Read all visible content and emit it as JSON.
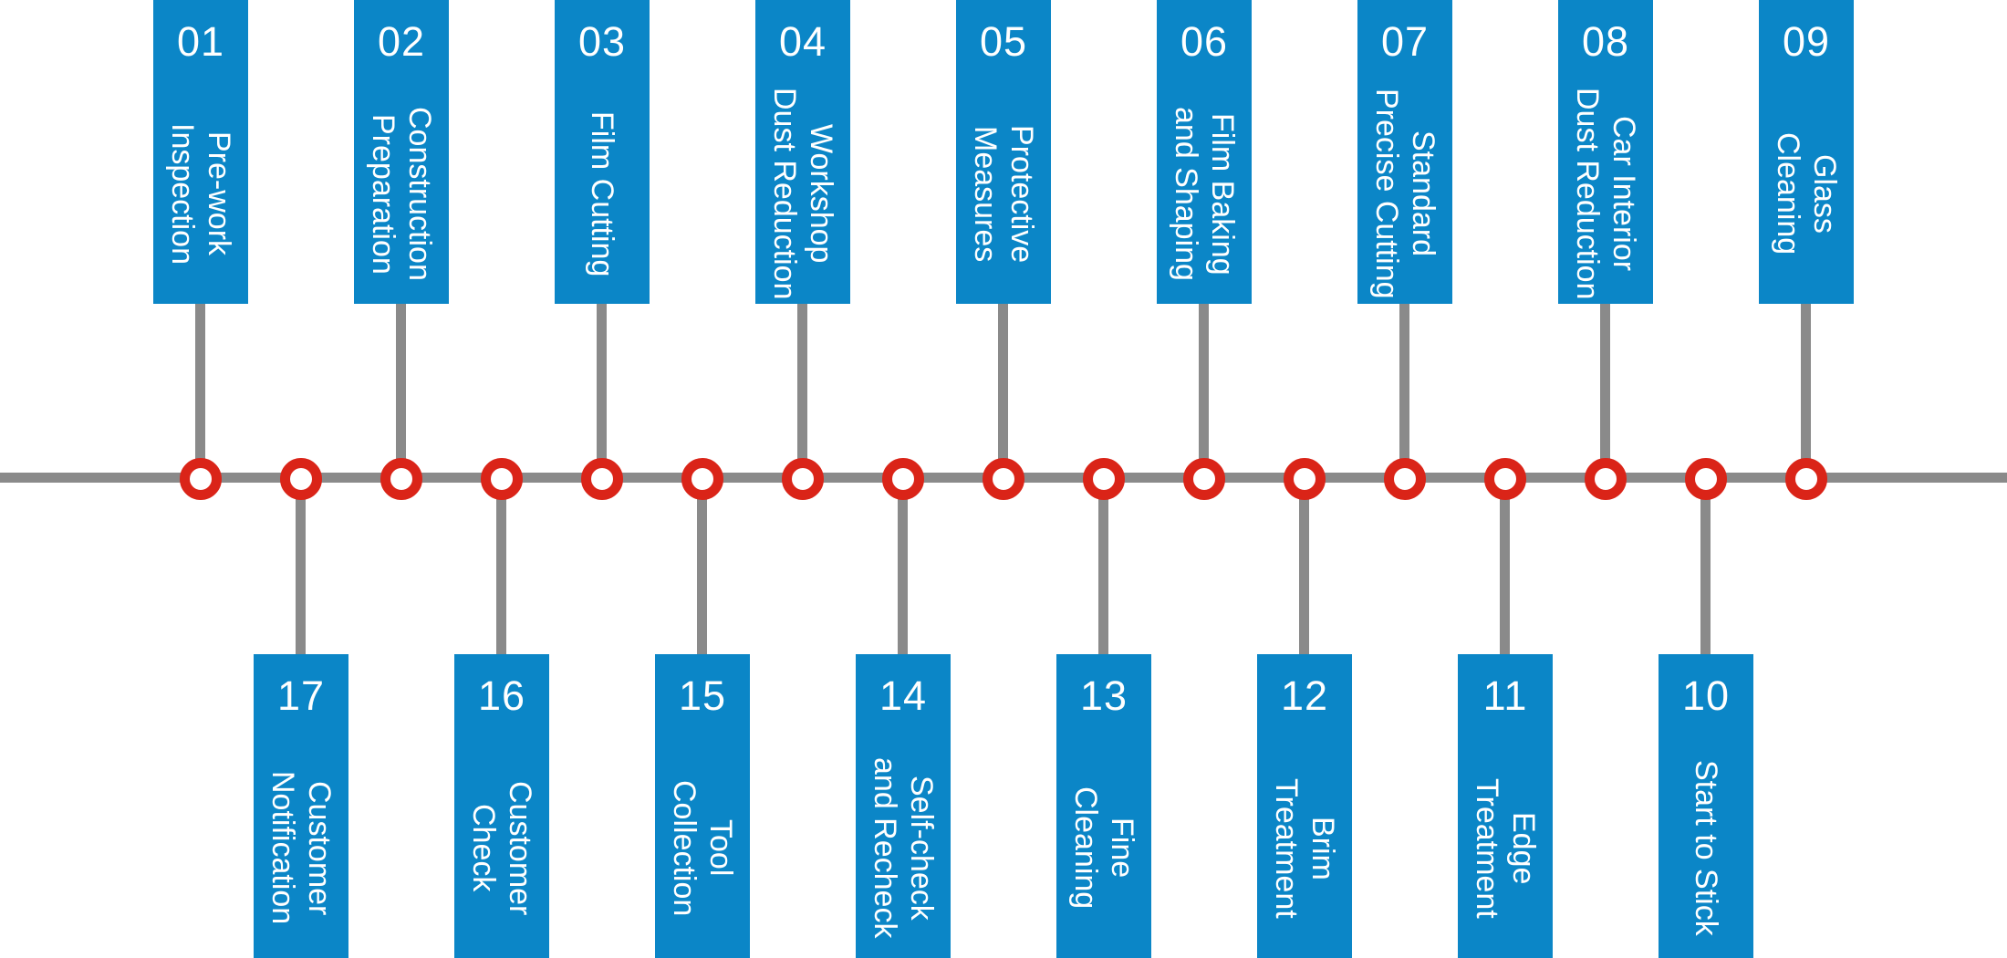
{
  "diagram": {
    "type": "process-timeline",
    "node_count": 17,
    "colors": {
      "step_box_blue": "#0b86c7",
      "axis_gray": "#8a8a8a",
      "node_ring_red": "#da2418",
      "node_fill": "#ffffff",
      "text": "#ffffff"
    },
    "top_steps": [
      {
        "number": "01",
        "label": "Pre-work\nInspection"
      },
      {
        "number": "02",
        "label": "Construction\nPreparation"
      },
      {
        "number": "03",
        "label": "Film Cutting"
      },
      {
        "number": "04",
        "label": "Workshop\nDust Reduction"
      },
      {
        "number": "05",
        "label": "Protective\nMeasures"
      },
      {
        "number": "06",
        "label": "Film Baking\nand Shaping"
      },
      {
        "number": "07",
        "label": "Standard\nPrecise Cutting"
      },
      {
        "number": "08",
        "label": "Car Interior\nDust Reduction"
      },
      {
        "number": "09",
        "label": "Glass\nCleaning"
      }
    ],
    "bottom_steps": [
      {
        "number": "17",
        "label": "Customer\nNotification"
      },
      {
        "number": "16",
        "label": "Customer\nCheck"
      },
      {
        "number": "15",
        "label": "Tool\nCollection"
      },
      {
        "number": "14",
        "label": "Self-check\nand Recheck"
      },
      {
        "number": "13",
        "label": "Fine\nCleaning"
      },
      {
        "number": "12",
        "label": "Brim\nTreatment"
      },
      {
        "number": "11",
        "label": "Edge\nTreatment"
      },
      {
        "number": "10",
        "label": "Start to Stick"
      }
    ]
  }
}
